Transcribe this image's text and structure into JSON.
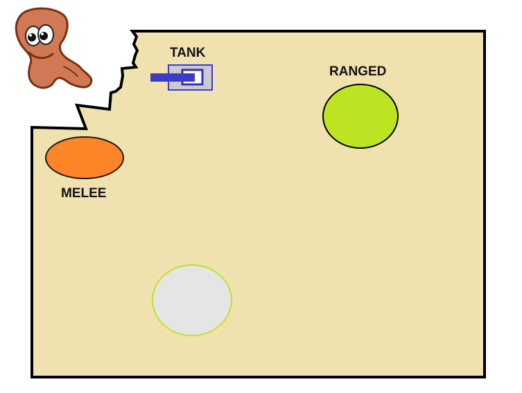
{
  "labels": {
    "tank": "TANK",
    "ranged": "RANGED",
    "melee": "MELEE"
  },
  "colors": {
    "arena_fill": "#efe2ae",
    "arena_border": "#000000",
    "melee": "#fd8427",
    "ranged": "#bce423",
    "ranged_border": "#000000",
    "empty_slot": "#e5e5e5",
    "empty_slot_border": "#bce423",
    "tank_body": "#c7c8d2",
    "tank_border": "#3c3ccf",
    "tank_turret": "#ffffff",
    "tank_barrel": "#3b3bc8",
    "worm_skin": "#cf7a55",
    "worm_outline": "#7a2e12"
  },
  "icons": {
    "mascot": "worm-mascot-icon",
    "tank": "tank-icon"
  }
}
